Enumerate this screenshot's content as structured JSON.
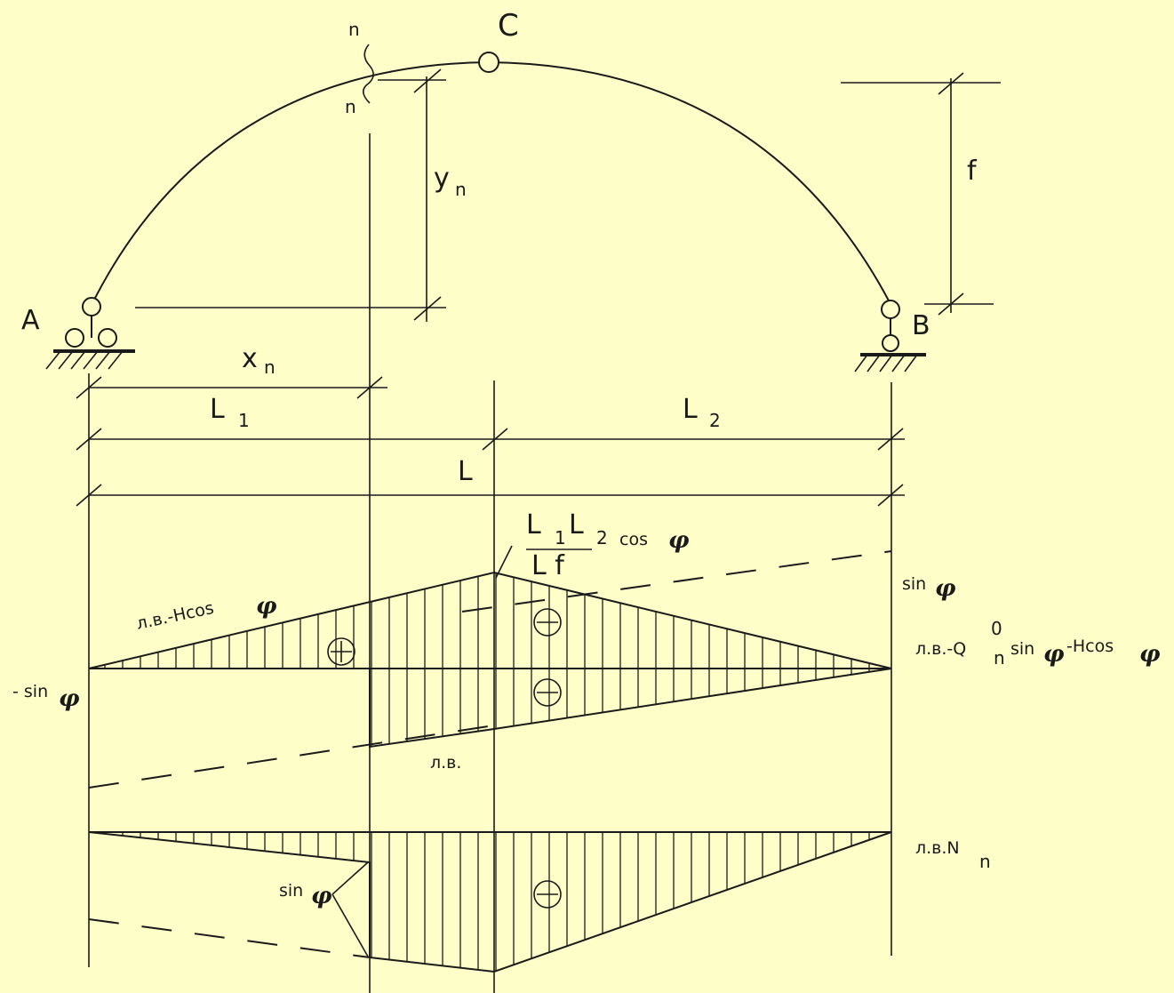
{
  "colors": {
    "background": "#FEFEC8",
    "ink": "#1a1a1a"
  },
  "labels": {
    "point_a": "A",
    "point_b": "B",
    "point_c": "C",
    "section_top": "n",
    "section_bottom": "n",
    "rise": "f",
    "y_main": "y",
    "y_sub": "n",
    "x_main": "x",
    "x_sub": "n",
    "l1_main": "L",
    "l1_sub": "1",
    "l2_main": "L",
    "l2_sub": "2",
    "span": "L"
  },
  "formulas": {
    "peak_num_l1": "L",
    "peak_num_sub1": "1",
    "peak_num_l2": "L",
    "peak_num_sub2": "2",
    "peak_den": "L f",
    "peak_cos": "cos",
    "phi": "φ",
    "sin_right": "sin",
    "hcos_left": "л.в.-Hcos",
    "lv_q_part1": "л.в.-Q",
    "lv_q_sup": "0",
    "lv_q_sub": "n",
    "lv_q_sin": "sin",
    "lv_q_part2": "-Hcos",
    "minus_sin": "- sin",
    "lv_center": "л.в.",
    "lv_n": "л.в.N",
    "lv_n_sub": "n",
    "sin_bottom": "sin"
  },
  "signs": {
    "plus": "+",
    "minus": "−"
  }
}
